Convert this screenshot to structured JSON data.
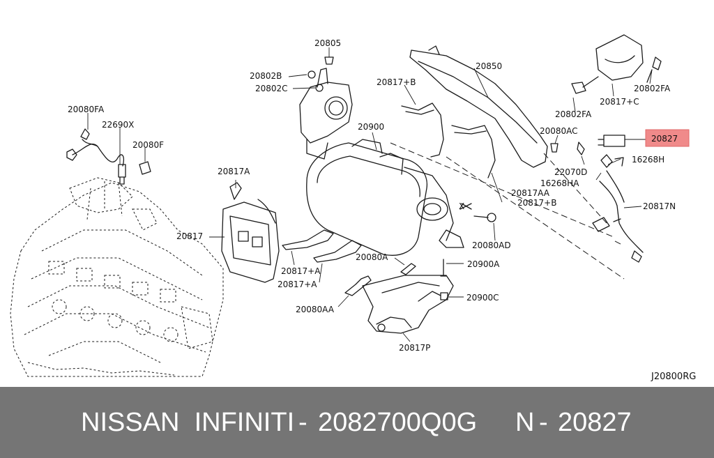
{
  "diagram": {
    "code": "J20800RG",
    "highlight_color": "#f08a8a",
    "highlighted_part": "20827",
    "labels": {
      "l20805": "20805",
      "l20802B": "20802B",
      "l20802C": "20802C",
      "l20817pB_1": "20817+B",
      "l20850": "20850",
      "l20900": "20900",
      "l20080FA": "20080FA",
      "l22690X": "22690X",
      "l20080F": "20080F",
      "l20802FA_1": "20802FA",
      "l20817pC": "20817+C",
      "l20802FA_2": "20802FA",
      "l20080AC": "20080AC",
      "l20827": "20827",
      "l22070D": "22070D",
      "l16268H": "16268H",
      "l16268HA": "16268HA",
      "l20817AA": "20817AA",
      "l20817pB_2": "20817+B",
      "l20817A": "20817A",
      "l20817": "20817",
      "l20817N": "20817N",
      "l20080AD": "20080AD",
      "l20817pA_1": "20817+A",
      "l20817pA_2": "20817+A",
      "l20080A": "20080A",
      "l20900A": "20900A",
      "l20080AA": "20080AA",
      "l20900C": "20900C",
      "l20817P": "20817P",
      "lX": "X"
    }
  },
  "footer": {
    "background": "#757575",
    "brand": "NISSAN  INFINITI",
    "separator_1": "-",
    "part_number": "2082700Q0G",
    "diagram_code": "N",
    "separator_2": "-",
    "ref_number": "20827"
  }
}
